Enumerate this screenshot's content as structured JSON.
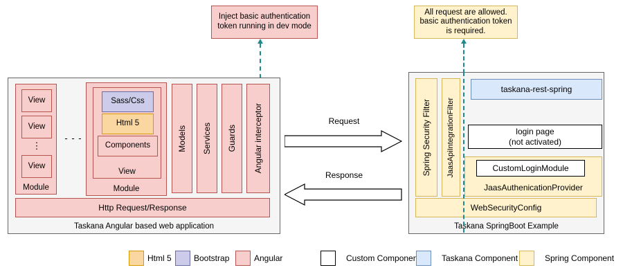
{
  "annotations": {
    "left_note": "Inject basic authentication token running in dev mode",
    "right_note": "All request are allowed. basic authentication token is required."
  },
  "left_panel": {
    "caption": "Taskana Angular based web application",
    "module_a": {
      "label": "Module",
      "views": [
        "View",
        "View",
        "View"
      ],
      "ellipsis": "⋮"
    },
    "between_modules": "- - -",
    "module_b": {
      "label": "Module",
      "view_label": "View",
      "items": [
        {
          "label": "Sass/Css",
          "kind": "bootstrap"
        },
        {
          "label": "Html 5",
          "kind": "html5"
        },
        {
          "label": "Components",
          "kind": "angular"
        }
      ]
    },
    "columns": [
      "Models",
      "Services",
      "Guards",
      "Angular interceptor"
    ],
    "http_bar": "Http Request/Response"
  },
  "middle": {
    "request_label": "Request",
    "response_label": "Response"
  },
  "right_panel": {
    "caption": "Taskana SpringBoot Example",
    "filters": [
      "Spring Security Filter",
      "JaasApiIntegrationFilter"
    ],
    "rest_box": "taskana-rest-spring",
    "login_box_line1": "login page",
    "login_box_line2": "(not activated)",
    "auth_provider": {
      "inner_box": "CustomLoginModule",
      "label": "JaasAuthenicationProvider"
    },
    "web_security_config": "WebSecurityConfig"
  },
  "legend": {
    "left_group": [
      {
        "label": "Html 5",
        "color": "#fad7a0",
        "border": "#d79b00"
      },
      {
        "label": "Bootstrap",
        "color": "#ccccea",
        "border": "#6c6ca5"
      },
      {
        "label": "Angular",
        "color": "#f8cecc",
        "border": "#b85450"
      }
    ],
    "right_group": [
      {
        "label": "Custom Component",
        "color": "#ffffff",
        "border": "#000000"
      },
      {
        "label": "Taskana Component",
        "color": "#dae8fc",
        "border": "#6c8ebf"
      },
      {
        "label": "Spring Component",
        "color": "#fff2cc",
        "border": "#d6b656"
      }
    ]
  }
}
